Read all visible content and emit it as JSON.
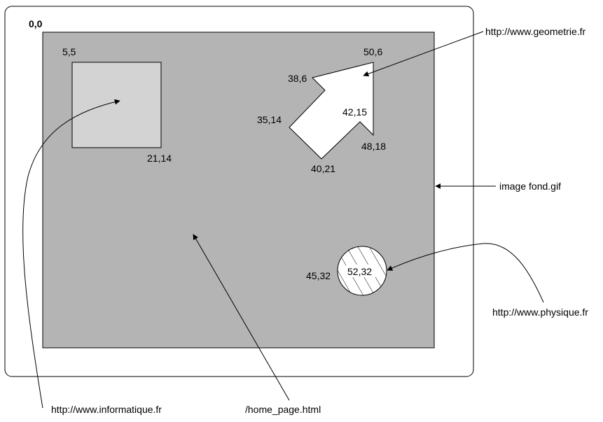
{
  "colors": {
    "background_image": "#b4b4b4",
    "rect_area": "#d3d3d3",
    "outline": "#000000",
    "page": "#ffffff"
  },
  "origin_label": "0,0",
  "rect_area": {
    "top_left_label": "5,5",
    "bottom_right_label": "21,14",
    "link": "http://www.informatique.fr"
  },
  "poly_area": {
    "labels": [
      "50,6",
      "38,6",
      "35,14",
      "42,15",
      "48,18",
      "40,21"
    ],
    "link": "http://www.geometrie.fr"
  },
  "circle_area": {
    "center_label": "52,32",
    "edge_label": "45,32",
    "link": "http://www.physique.fr"
  },
  "background": {
    "label": "image fond.gif",
    "default_link": "/home_page.html"
  }
}
